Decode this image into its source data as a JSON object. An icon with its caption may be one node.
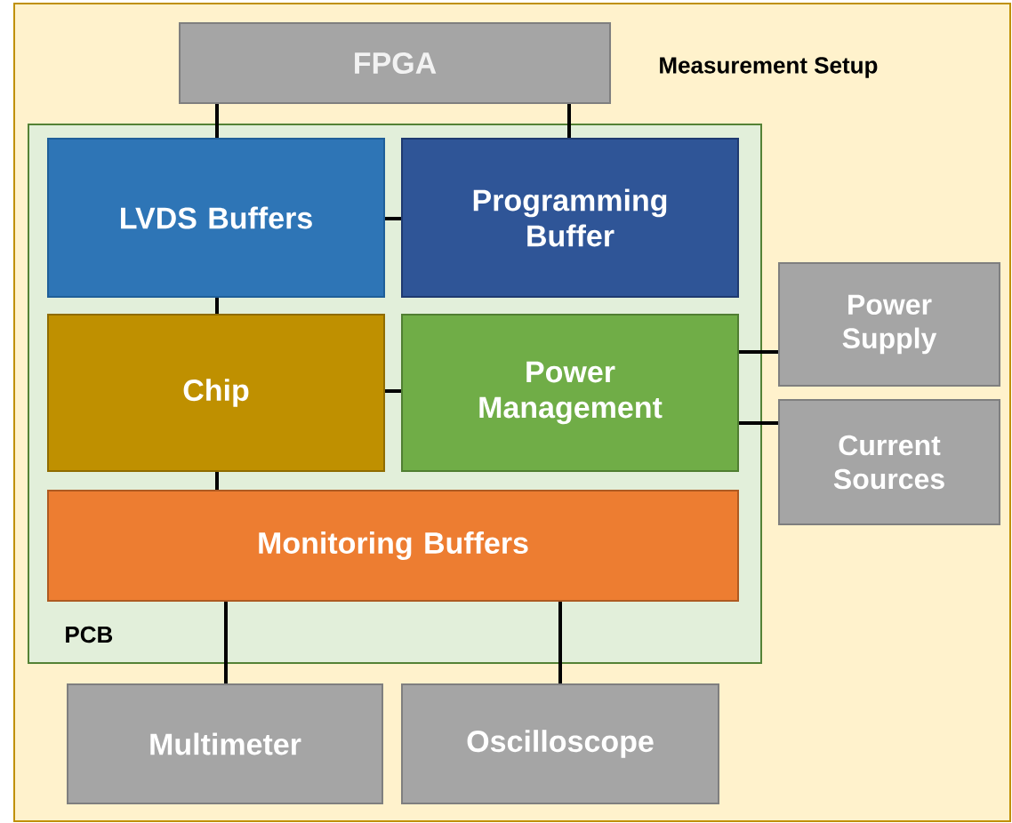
{
  "diagram": {
    "nodes": [
      {
        "text": [
          "Measurement Setup"
        ]
      },
      {
        "text": [
          "FPGA"
        ],
        "in": 0
      },
      {
        "text": [
          "PCB"
        ],
        "in": 0
      },
      {
        "text": [
          "LVDS Buffers"
        ],
        "in": 2
      },
      {
        "text": [
          "Programming Buffer"
        ],
        "in": 2
      },
      {
        "text": [
          "Chip"
        ],
        "in": 2
      },
      {
        "text": [
          "Power Management"
        ],
        "in": 2
      },
      {
        "text": [
          "Power Supply"
        ],
        "in": 0
      },
      {
        "text": [
          "Current Sources"
        ],
        "in": 0
      },
      {
        "text": [
          "Monitoring Buffers"
        ],
        "in": 2
      },
      {
        "text": [
          "Multimeter"
        ],
        "in": 0
      },
      {
        "text": [
          "Oscilloscope"
        ],
        "in": 0
      }
    ],
    "edges": [
      {
        "from": 1,
        "to": 3,
        "arrow": "none"
      },
      {
        "from": 1,
        "to": 4,
        "arrow": "none"
      },
      {
        "from": 3,
        "to": 4,
        "arrow": "none"
      },
      {
        "from": 3,
        "to": 5,
        "arrow": "none"
      },
      {
        "from": 5,
        "to": 6,
        "arrow": "none"
      },
      {
        "from": 6,
        "to": 7,
        "arrow": "none"
      },
      {
        "from": 6,
        "to": 8,
        "arrow": "none"
      },
      {
        "from": 5,
        "to": 9,
        "arrow": "none"
      },
      {
        "from": 9,
        "to": 10,
        "arrow": "none"
      },
      {
        "from": 9,
        "to": 11,
        "arrow": "none"
      }
    ]
  }
}
